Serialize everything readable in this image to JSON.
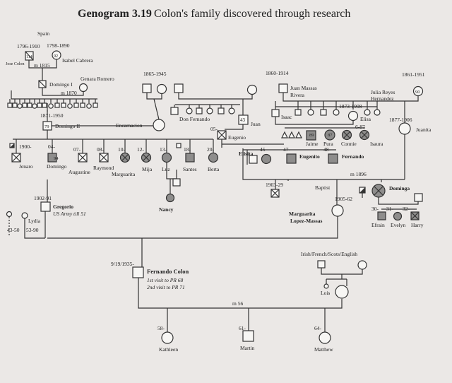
{
  "header": {
    "label": "Genogram 3.19",
    "caption": "Colon's family discovered through research"
  },
  "people": {
    "spain": "Spain",
    "jose_years": "1796-1910",
    "isabel_years": "1798-1890",
    "jose_name": "Jose Colon",
    "jose_age": "114",
    "isabel_age": "92",
    "isabel_name": "Isabel Cabrera",
    "m1815": "m 1815",
    "domingo1": "Domingo I",
    "genara": "Genara Romero",
    "m1870": "m 1870",
    "years_1871_1950": "1871-1950",
    "domingo2_age": "79",
    "domingo2": "Domingo II",
    "encarnacion": "Encarnacion",
    "years_1865_1945": "1865-1945",
    "don_fernando": "Don Fernando",
    "juan_age": "43",
    "juan": "Juan",
    "eugenio_age": "05-",
    "eugenio": "Eugenio",
    "years_1860_1914": "1860-1914",
    "juan_massas": "Juan Massas",
    "rivera": "Rivera",
    "isaac": "Isaac",
    "years_1873_1908": "1873-1908",
    "elisa": "Elisa",
    "born_1861_1951": "1861-1951",
    "julia_reyes": "Julia Reyes",
    "hernandez": "Hernandez",
    "julia_age": "90",
    "years_1877_1906": "1877-1906",
    "juanita": "Juanita",
    "jaime_age": "89",
    "pura_age": "87",
    "isaura_age": "6-87",
    "jaime": "Jaime",
    "pura": "Pura",
    "connie": "Connie",
    "isaura": "Isaura",
    "k1900": "1900-",
    "jenaro": "Jenaro",
    "k04": "04-",
    "domingo_kid_age": "94",
    "domingo_kid": "Domingo",
    "k07": "07-",
    "augustine": "Augustine",
    "k08": "08-",
    "raymond": "Raymond",
    "k10": "10-",
    "marguarita_sib": "Marguarita",
    "k12": "12-",
    "mija": "Mija",
    "k13": "13-",
    "luz": "Luz",
    "k18": "18-",
    "santes": "Santes",
    "k20": "20-",
    "berta": "Berta",
    "elisita": "Elisita",
    "k45": "45",
    "k47": "47-",
    "eugenito": "Eugenito",
    "k48": "48-",
    "fernando": "Fernando",
    "m1896": "m 1896",
    "nancy": "Nancy",
    "years_1903_29": "1903-29",
    "baptist": "Baptist",
    "dominga": "Dominga",
    "years_1902_91": "1902-91",
    "gregorio": "Gregorio",
    "us_army": "US Army till 51",
    "lydia": "Lydia",
    "lydia_years": "53-90",
    "small_years": "43-50",
    "years_1905_62": "1905-62",
    "marguarita_name": "Marguarita",
    "lopez_massas": "Lopez-Massas",
    "k30": "30-",
    "k31": "31-",
    "k32": "32-",
    "efrain": "Efrain",
    "evelyn": "Evelyn",
    "harry": "Harry",
    "fernando_born": "9/19/1935-",
    "fernando_colon": "Fernando Colon",
    "visit1": "1st visit to PR 68",
    "visit2": "2nd visit to PR 71",
    "irish": "Irish/French/Scots/English",
    "lois": "Lois",
    "m56": "m 56",
    "k58": "58-",
    "kathleen": "Kathleen",
    "k61": "61-",
    "martin": "Martin",
    "k64": "64-",
    "matthew": "Matthew"
  }
}
